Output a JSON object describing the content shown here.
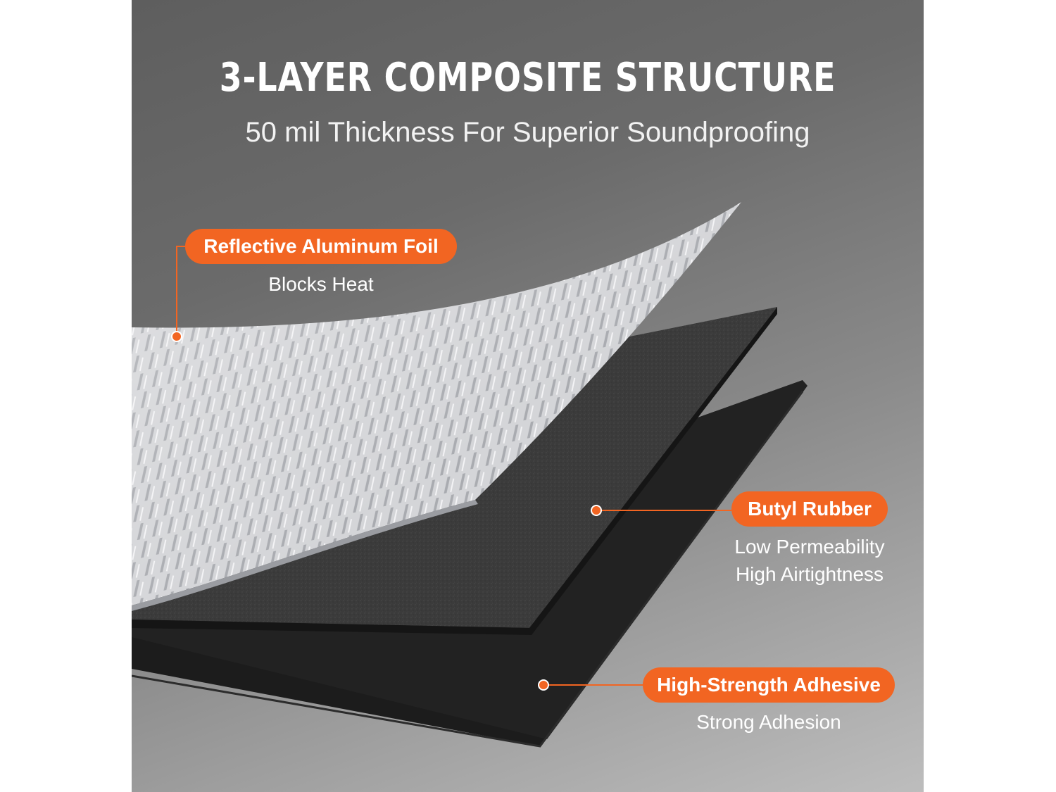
{
  "header": {
    "title": "3-LAYER COMPOSITE STRUCTURE",
    "subtitle": "50 mil Thickness For Superior Soundproofing"
  },
  "colors": {
    "accent": "#f26522",
    "foil": "#cfd0d3",
    "rubber": "#3a3a3a",
    "adhesive": "#1e1e1e"
  },
  "layers": [
    {
      "label": "Reflective Aluminum Foil",
      "description_lines": [
        "Blocks Heat"
      ]
    },
    {
      "label": "Butyl Rubber",
      "description_lines": [
        "Low Permeability",
        "High Airtightness"
      ]
    },
    {
      "label": "High-Strength Adhesive",
      "description_lines": [
        "Strong Adhesion"
      ]
    }
  ]
}
